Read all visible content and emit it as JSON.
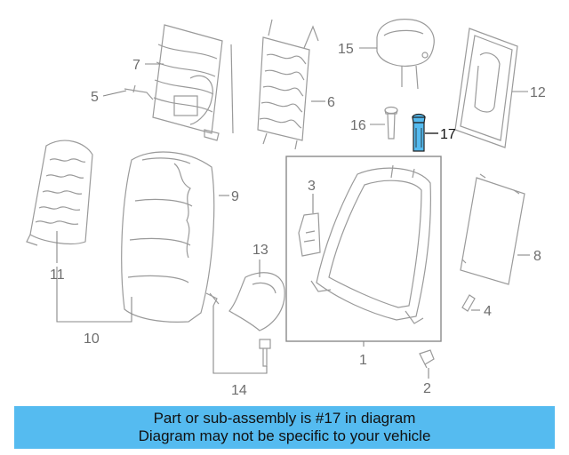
{
  "highlight_color": "#55bbf0",
  "callouts": {
    "c1": "1",
    "c2": "2",
    "c3": "3",
    "c4": "4",
    "c5": "5",
    "c6": "6",
    "c7": "7",
    "c8": "8",
    "c9": "9",
    "c10": "10",
    "c11": "11",
    "c12": "12",
    "c13": "13",
    "c14": "14",
    "c15": "15",
    "c16": "16",
    "c17": "17"
  },
  "banner": {
    "line1": "Part or sub-assembly is #17 in diagram",
    "line2": "Diagram may not be specific to your vehicle"
  }
}
